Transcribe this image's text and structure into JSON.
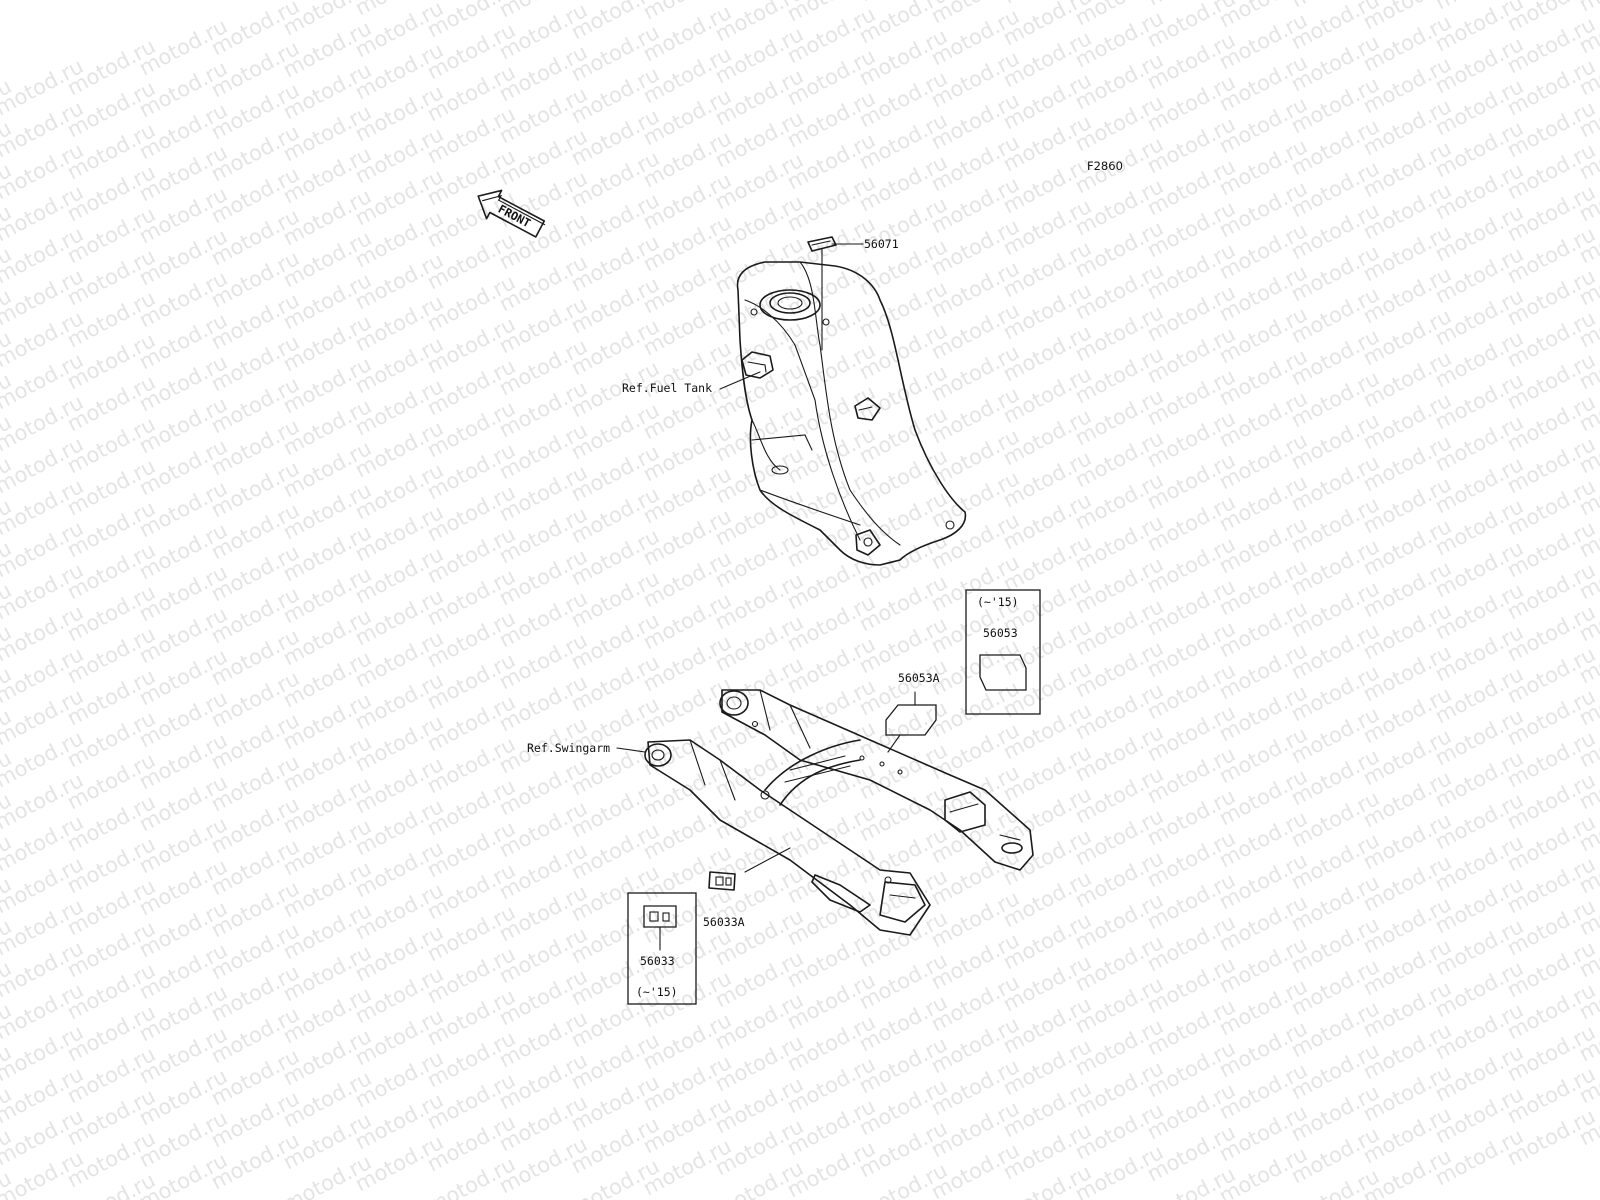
{
  "watermark": "motod.ru",
  "figure_code": "F2860",
  "front_arrow_label": "FRONT",
  "references": {
    "fuel_tank": "Ref.Fuel Tank",
    "swingarm": "Ref.Swingarm"
  },
  "parts": {
    "tank_label": "56071",
    "swingarm_label_a": "56053A",
    "swingarm_label": "56053",
    "chain_label_a": "56033A",
    "chain_label": "56033"
  },
  "notes": {
    "box_56053": "(~'15)",
    "box_56033": "(~'15)"
  }
}
